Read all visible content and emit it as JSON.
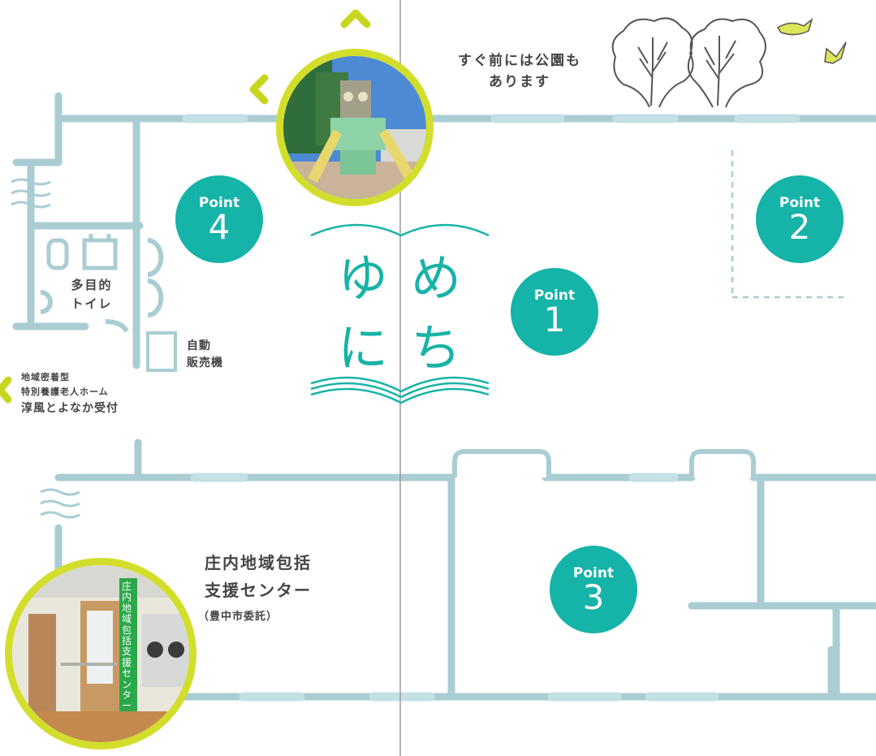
{
  "colors": {
    "wall": "#a9cdd3",
    "accent_teal": "#15b3a8",
    "accent_lime": "#d3de2c",
    "text": "#444444",
    "divider": "#9a9a9a"
  },
  "park_caption": "すぐ前には公園も\nあります",
  "toilet_label": "多目的\nトイレ",
  "vending_label": "自動\n販売機",
  "facility": {
    "line1": "地域密着型",
    "line2": "特別養護老人ホーム",
    "line3": "淳風とよなか受付"
  },
  "center": {
    "name": "庄内地域包括\n支援センター",
    "note": "（豊中市委託）"
  },
  "photo_sign": "庄内地域包括支援センター",
  "logo": [
    "ゆ",
    "め",
    "に",
    "ち"
  ],
  "points": [
    {
      "label": "Point",
      "number": "4"
    },
    {
      "label": "Point",
      "number": "2"
    },
    {
      "label": "Point",
      "number": "1"
    },
    {
      "label": "Point",
      "number": "3"
    }
  ],
  "icons": [
    "tree-icon",
    "bird-icon",
    "arrow-chevron-icon",
    "wind-icon",
    "toilet-icon",
    "door-swing-icon"
  ]
}
